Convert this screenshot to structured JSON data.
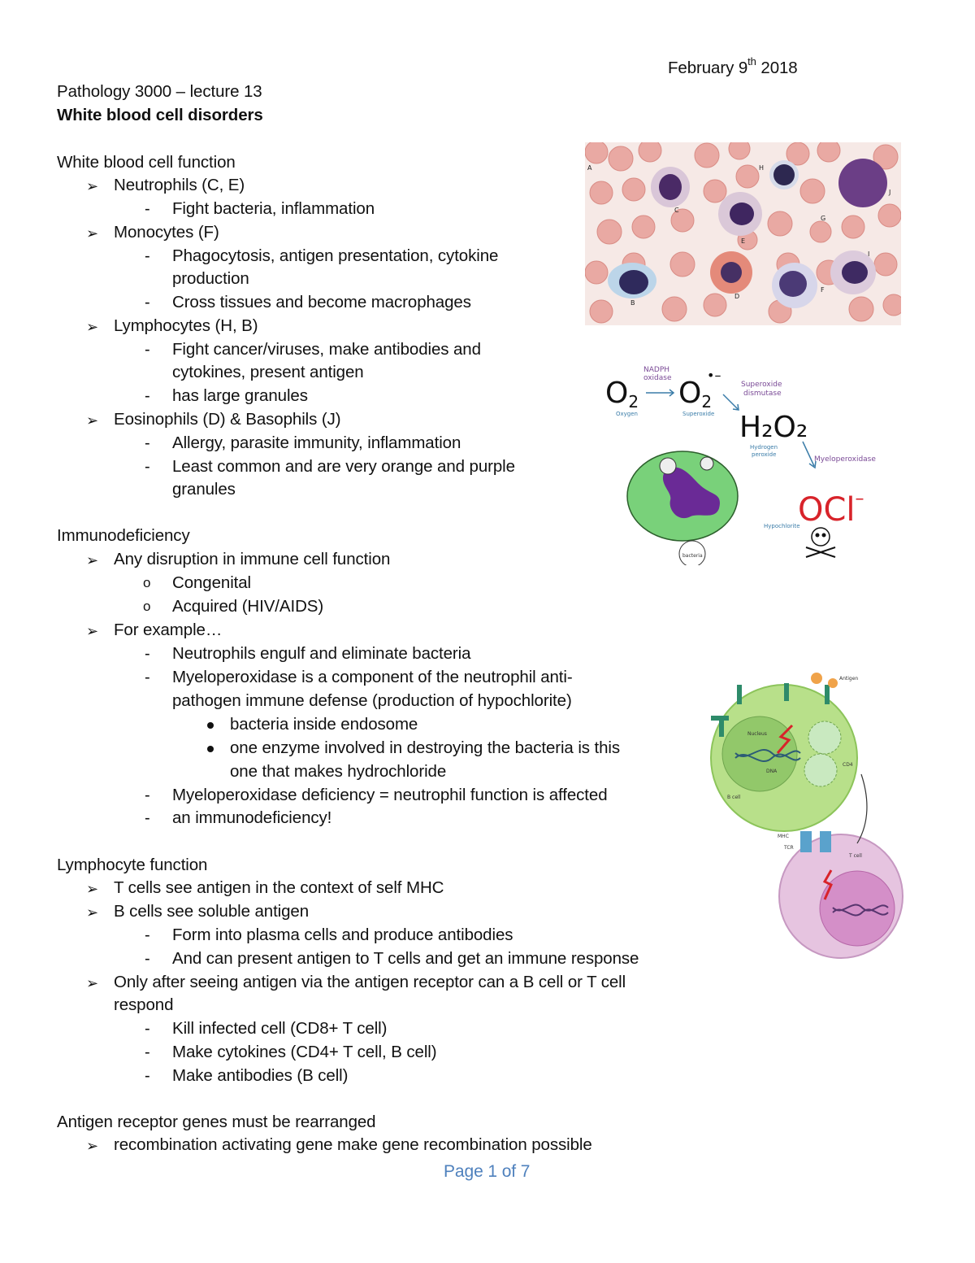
{
  "header": {
    "date_prefix": "February 9",
    "date_sup": "th",
    "date_suffix": " 2018",
    "course": "Pathology 3000 – lecture 13",
    "title": "White blood cell disorders"
  },
  "wbc": {
    "heading": "White blood cell function",
    "neutrophils": "Neutrophils (C, E)",
    "neutrophils_1": "Fight bacteria, inflammation",
    "monocytes": "Monocytes (F)",
    "monocytes_1a": "Phagocytosis, antigen presentation, cytokine",
    "monocytes_1b": "production",
    "monocytes_2": "Cross tissues and become macrophages",
    "lymphocytes": "Lymphocytes (H, B)",
    "lymphocytes_1a": "Fight cancer/viruses, make antibodies and",
    "lymphocytes_1b": "cytokines, present antigen",
    "lymphocytes_2": "has large granules",
    "eos": "Eosinophils (D) & Basophils (J)",
    "eos_1": "Allergy, parasite immunity, inflammation",
    "eos_2a": "Least common and are very orange and purple",
    "eos_2b": "granules"
  },
  "immuno": {
    "heading": "Immunodeficiency",
    "item1": "Any disruption in immune cell function",
    "congenital": "Congenital",
    "acquired": "Acquired (HIV/AIDS)",
    "item2": "For example…",
    "ex1": "Neutrophils engulf and eliminate bacteria",
    "ex2a": "Myeloperoxidase is a component of the neutrophil anti-",
    "ex2b": "pathogen immune defense (production of hypochlorite)",
    "bullet1": "bacteria inside endosome",
    "bullet2a": "one enzyme involved in destroying the bacteria is this",
    "bullet2b": "one that makes hydrochloride",
    "ex3": "Myeloperoxidase deficiency = neutrophil function is affected",
    "ex4": "an immunodeficiency!"
  },
  "lympho": {
    "heading": "Lymphocyte function",
    "item1": "T cells see antigen in the context of self MHC",
    "item2": "B cells see soluble antigen",
    "sub1": "Form into plasma cells and produce antibodies",
    "sub2": "And can present antigen to T cells and get an immune response",
    "item3a": "Only after seeing antigen via the antigen receptor can a B cell or T cell",
    "item3b": "respond",
    "r1": "Kill infected cell (CD8+ T cell)",
    "r2": "Make cytokines (CD4+ T cell, B cell)",
    "r3": " Make antibodies (B cell)"
  },
  "antigen": {
    "heading": "Antigen receptor genes must be rearranged",
    "item1": "recombination activating gene make gene recombination possible"
  },
  "footer": {
    "page": "Page 1 of 7"
  },
  "figure_mpo": {
    "o2": "O",
    "o2_sub": "2",
    "nadph": "NADPH",
    "oxidase": "oxidase",
    "superoxide": "O",
    "superoxide_sub": "2",
    "superoxide_sup": "•–",
    "sod1": "Superoxide",
    "sod2": "dismutase",
    "oxygen_lbl": "Oxygen",
    "superoxide_lbl": "Superoxide",
    "h2o2": "H₂O₂",
    "hp1": "Hydrogen",
    "hp2": "peroxide",
    "mpo": "Myeloperoxidase",
    "ocl": "OCl",
    "ocl_sup": "–",
    "hypo": "Hypochlorite",
    "bact": "bacteria"
  },
  "figure_cells": {
    "labels": [
      "A",
      "B",
      "C",
      "D",
      "E",
      "F",
      "G",
      "H",
      "I",
      "J"
    ]
  },
  "figure_bt": {
    "bcell": "B cell",
    "tcell": "T cell",
    "nucleus": "Nucleus",
    "dna": "DNA",
    "antigen": "Antigen",
    "mhc": "MHC",
    "tcr": "TCR",
    "cd": "CD4"
  }
}
